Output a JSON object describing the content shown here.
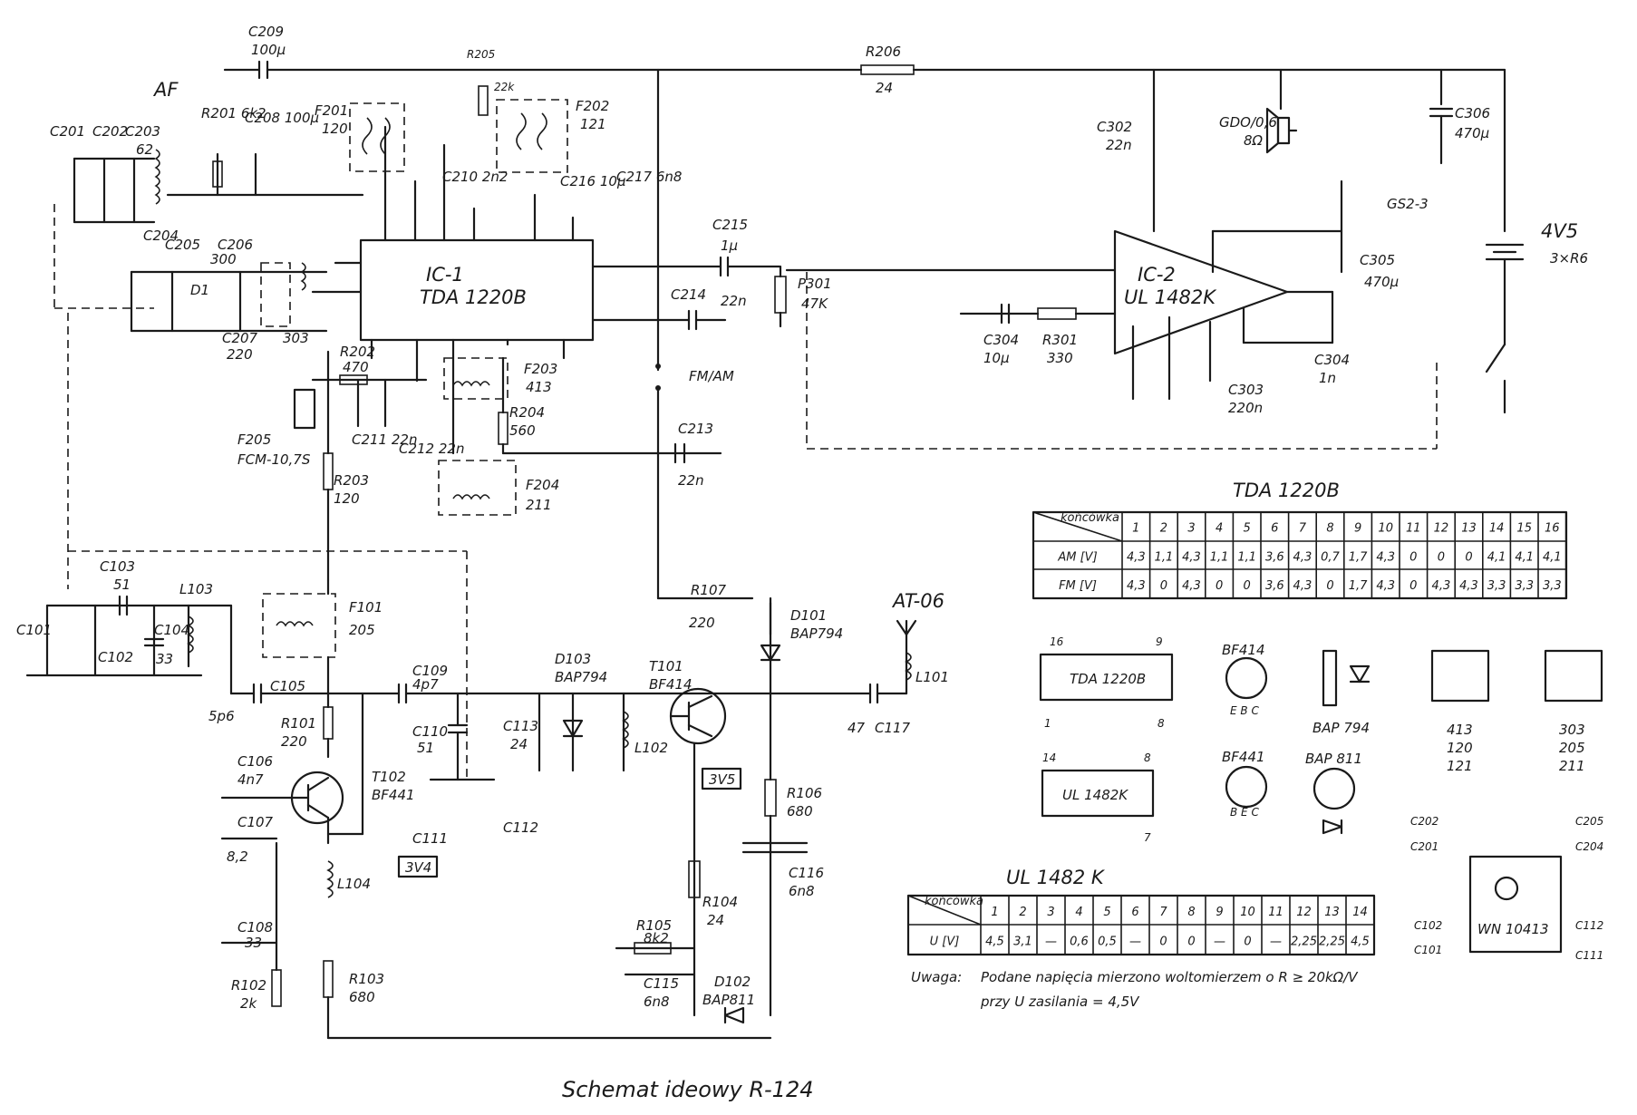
{
  "title": "Schemat ideowy R-124",
  "ic1": {
    "ref": "IC-1",
    "type": "TDA 1220B"
  },
  "ic2": {
    "ref": "IC-2",
    "type": "UL 1482K"
  },
  "components": {
    "C209": "C209",
    "C209v": "100µ",
    "R205": "R205",
    "R205v": "22k",
    "R206": "R206",
    "R206v": "24",
    "AF": "AF",
    "C201": "C201",
    "C202": "C202",
    "C203": "C203",
    "C203v": "62",
    "R201": "R201 6k2",
    "C208": "C208 100µ",
    "F201": "F201",
    "F201v": "120",
    "C210": "C210 2n2",
    "F202": "F202",
    "F202v": "121",
    "C216": "C216 10µ",
    "C217": "C217 6n8",
    "C204": "C204",
    "C205": "C205",
    "C206": "C206",
    "C206v": "300",
    "D1": "D1",
    "C207": "C207",
    "C207v": "220",
    "L303": "303",
    "R202": "R202",
    "R202v": "470",
    "C211": "C211 22n",
    "C212": "C212 22n",
    "F203": "F203",
    "F203v": "413",
    "R204": "R204",
    "R204v": "560",
    "F204": "F204",
    "F204v": "211",
    "F205": "F205",
    "F205v": "FCM-10,7S",
    "R203": "R203",
    "R203v": "120",
    "C215": "C215",
    "C215v": "1µ",
    "C214": "C214",
    "C214v": "22n",
    "P301": "P301",
    "P301v": "47K",
    "FMAM": "FM/AM",
    "C213": "C213",
    "C213v": "22n",
    "C302": "C302",
    "C302v": "22n",
    "GDO": "GDO/0,6",
    "GDOv": "8Ω",
    "C306": "C306",
    "C306v": "470µ",
    "GS2": "GS2-3",
    "C305": "C305",
    "C305v": "470µ",
    "BAT": "4V5",
    "BATv": "3×R6",
    "C304": "C304",
    "C304v": "10µ",
    "R301": "R301",
    "R301v": "330",
    "C303": "C303",
    "C303v": "220n",
    "C304b": "C304",
    "C304bv": "1n",
    "C103": "C103",
    "C103v": "51",
    "L103": "L103",
    "C101": "C101",
    "C102": "C102",
    "C104": "C104",
    "C104v": "33",
    "F101": "F101",
    "F101v": "205",
    "C105": "C105",
    "C105v": "5p6",
    "C109": "C109",
    "C109v": "4p7",
    "C110": "C110",
    "C110v": "51",
    "C111": "C111",
    "C112": "C112",
    "D103": "D103",
    "D103v": "BAP794",
    "C113": "C113",
    "C113v": "24",
    "L102": "L102",
    "T101": "T101",
    "T101v": "BF414",
    "R107": "R107",
    "R107v": "220",
    "D101": "D101",
    "D101v": "BAP794",
    "AT": "AT-06",
    "L101": "L101",
    "C117": "C117",
    "C117v": "47",
    "R101": "R101",
    "R101v": "220",
    "C106": "C106",
    "C106v": "4n7",
    "T102": "T102",
    "T102v": "BF441",
    "C107": "C107",
    "C107v": "8,2",
    "V3V4": "3V4",
    "V3V5": "3V5",
    "L104": "L104",
    "C108": "C108",
    "C108v": "33",
    "R102": "R102",
    "R102v": "2k",
    "R103": "R103",
    "R103v": "680",
    "R106": "R106",
    "R106v": "680",
    "C116": "C116",
    "C116v": "6n8",
    "R104": "R104",
    "R104v": "24",
    "R105": "R105",
    "R105v": "8k2",
    "C115": "C115",
    "C115v": "6n8",
    "D102": "D102",
    "D102v": "BAP811"
  },
  "table_tda": {
    "title": "TDA 1220B",
    "corner": "końcówka",
    "pins": [
      "1",
      "2",
      "3",
      "4",
      "5",
      "6",
      "7",
      "8",
      "9",
      "10",
      "11",
      "12",
      "13",
      "14",
      "15",
      "16"
    ],
    "rows": [
      {
        "label": "AM [V]",
        "values": [
          "4,3",
          "1,1",
          "4,3",
          "1,1",
          "1,1",
          "3,6",
          "4,3",
          "0,7",
          "1,7",
          "4,3",
          "0",
          "0",
          "0",
          "4,1",
          "4,1",
          "4,1"
        ]
      },
      {
        "label": "FM [V]",
        "values": [
          "4,3",
          "0",
          "4,3",
          "0",
          "0",
          "3,6",
          "4,3",
          "0",
          "1,7",
          "4,3",
          "0",
          "4,3",
          "4,3",
          "3,3",
          "3,3",
          "3,3"
        ]
      }
    ]
  },
  "table_ul": {
    "title": "UL 1482 K",
    "corner": "końcówka",
    "pins": [
      "1",
      "2",
      "3",
      "4",
      "5",
      "6",
      "7",
      "8",
      "9",
      "10",
      "11",
      "12",
      "13",
      "14"
    ],
    "rows": [
      {
        "label": "U [V]",
        "values": [
          "4,5",
          "3,1",
          "—",
          "0,6",
          "0,5",
          "—",
          "0",
          "0",
          "—",
          "0",
          "—",
          "2,25",
          "2,25",
          "4,5"
        ]
      }
    ]
  },
  "pinouts": {
    "tda_label": "TDA 1220B",
    "tda_p16": "16",
    "tda_p9": "9",
    "tda_p1": "1",
    "tda_p8": "8",
    "ul_label": "UL 1482K",
    "ul_p14": "14",
    "ul_p8": "8",
    "ul_p7": "7",
    "bf414": "BF414",
    "bf414_pins": "E B C",
    "bf441": "BF441",
    "bf441_pins": "B E C",
    "bap794": "BAP 794",
    "bap811": "BAP 811",
    "coil1_values": [
      "413",
      "120",
      "121"
    ],
    "coil2_values": [
      "303",
      "205",
      "211"
    ],
    "wn": "WN 10413",
    "wn_labels": [
      "C202",
      "C201",
      "C205",
      "C204",
      "C102",
      "C101",
      "C112",
      "C111"
    ]
  },
  "note": {
    "label": "Uwaga:",
    "line1": "Podane napięcia mierzono woltomierzem o R ≥ 20kΩ/V",
    "line2": "przy U zasilania = 4,5V"
  }
}
